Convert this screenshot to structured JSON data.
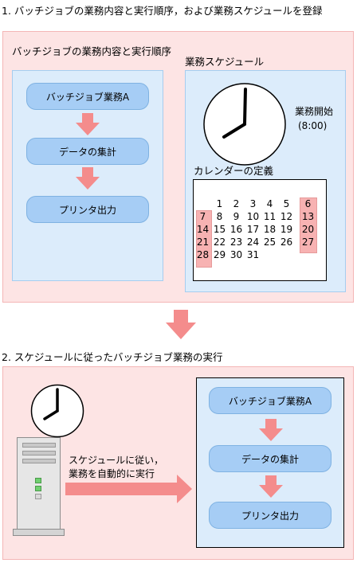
{
  "step1": {
    "title": "1. バッチジョブの業務内容と実行順序，および業務スケジュールを登録",
    "flow_title": "バッチジョブの業務内容と実行順序",
    "flow_items": [
      "バッチジョブ業務A",
      "データの集計",
      "プリンタ出力"
    ],
    "schedule_title": "業務スケジュール",
    "start_label": "業務開始",
    "start_time": "(8:00)",
    "calendar_title": "カレンダーの定義",
    "calendar_rows": [
      [
        "",
        "1",
        "2",
        "3",
        "4",
        "5",
        "6"
      ],
      [
        "7",
        "8",
        "9",
        "10",
        "11",
        "12",
        "13"
      ],
      [
        "14",
        "15",
        "16",
        "17",
        "18",
        "19",
        "20"
      ],
      [
        "21",
        "22",
        "23",
        "24",
        "25",
        "26",
        "27"
      ],
      [
        "28",
        "29",
        "30",
        "31",
        "",
        "",
        ""
      ]
    ]
  },
  "step2": {
    "title": "2. スケジュールに従ったバッチジョブ業務の実行",
    "arrow_label_line1": "スケジュールに従い，",
    "arrow_label_line2": "業務を自動的に実行",
    "flow_items": [
      "バッチジョブ業務A",
      "データの集計",
      "プリンタ出力"
    ]
  },
  "colors": {
    "panel_pink": "#fde4e4",
    "box_blue": "#dcecfb",
    "pill_blue": "#a6cdf5",
    "arrow_pink": "#f48c8c",
    "calendar_highlight": "#f7b2b2"
  }
}
